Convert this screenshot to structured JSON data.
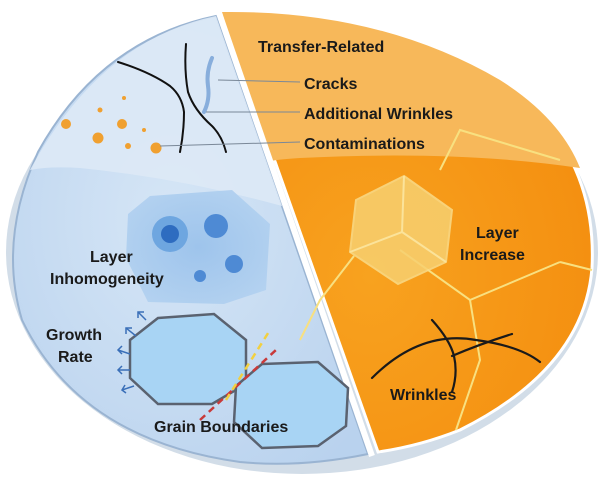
{
  "title": "Transfer-Related",
  "transfer_items": {
    "cracks": "Cracks",
    "additional_wrinkles": "Additional Wrinkles",
    "contaminations": "Contaminations"
  },
  "labels": {
    "layer_inhomogeneity_line1": "Layer",
    "layer_inhomogeneity_line2": "Inhomogeneity",
    "growth_rate_line1": "Growth",
    "growth_rate_line2": "Rate",
    "grain_boundaries": "Grain Boundaries",
    "layer_increase_line1": "Layer",
    "layer_increase_line2": "Increase",
    "wrinkles": "Wrinkles"
  },
  "colors": {
    "left_disk": "#c8dcf2",
    "left_top": "#dce9f7",
    "orange_top": "#f7b552",
    "orange_bottom": "#f39a1e",
    "contamination_dot": "#f0a030",
    "grain": "#a8d4f4",
    "grain_stroke": "#5a6270"
  }
}
